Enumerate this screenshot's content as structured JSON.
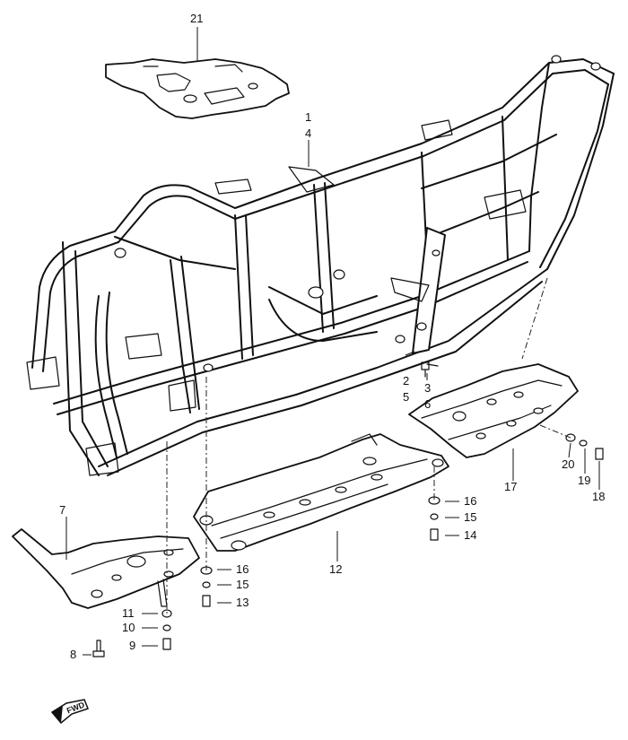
{
  "callouts": {
    "c1": "1",
    "c2": "2",
    "c3": "3",
    "c4": "4",
    "c5": "5",
    "c6": "6",
    "c7": "7",
    "c8": "8",
    "c9": "9",
    "c10": "10",
    "c11": "11",
    "c12": "12",
    "c13": "13",
    "c14": "14",
    "c15a": "15",
    "c15b": "15",
    "c16a": "16",
    "c16b": "16",
    "c17": "17",
    "c18": "18",
    "c19": "19",
    "c20": "20",
    "c21": "21"
  },
  "fwd": {
    "label": "FWD"
  },
  "colors": {
    "ink": "#111111",
    "paper": "#ffffff"
  },
  "icons": {
    "frame": "atv-frame-drawing",
    "skid_plates": "skid-plate-drawing",
    "fwd": "forward-arrow-icon"
  }
}
